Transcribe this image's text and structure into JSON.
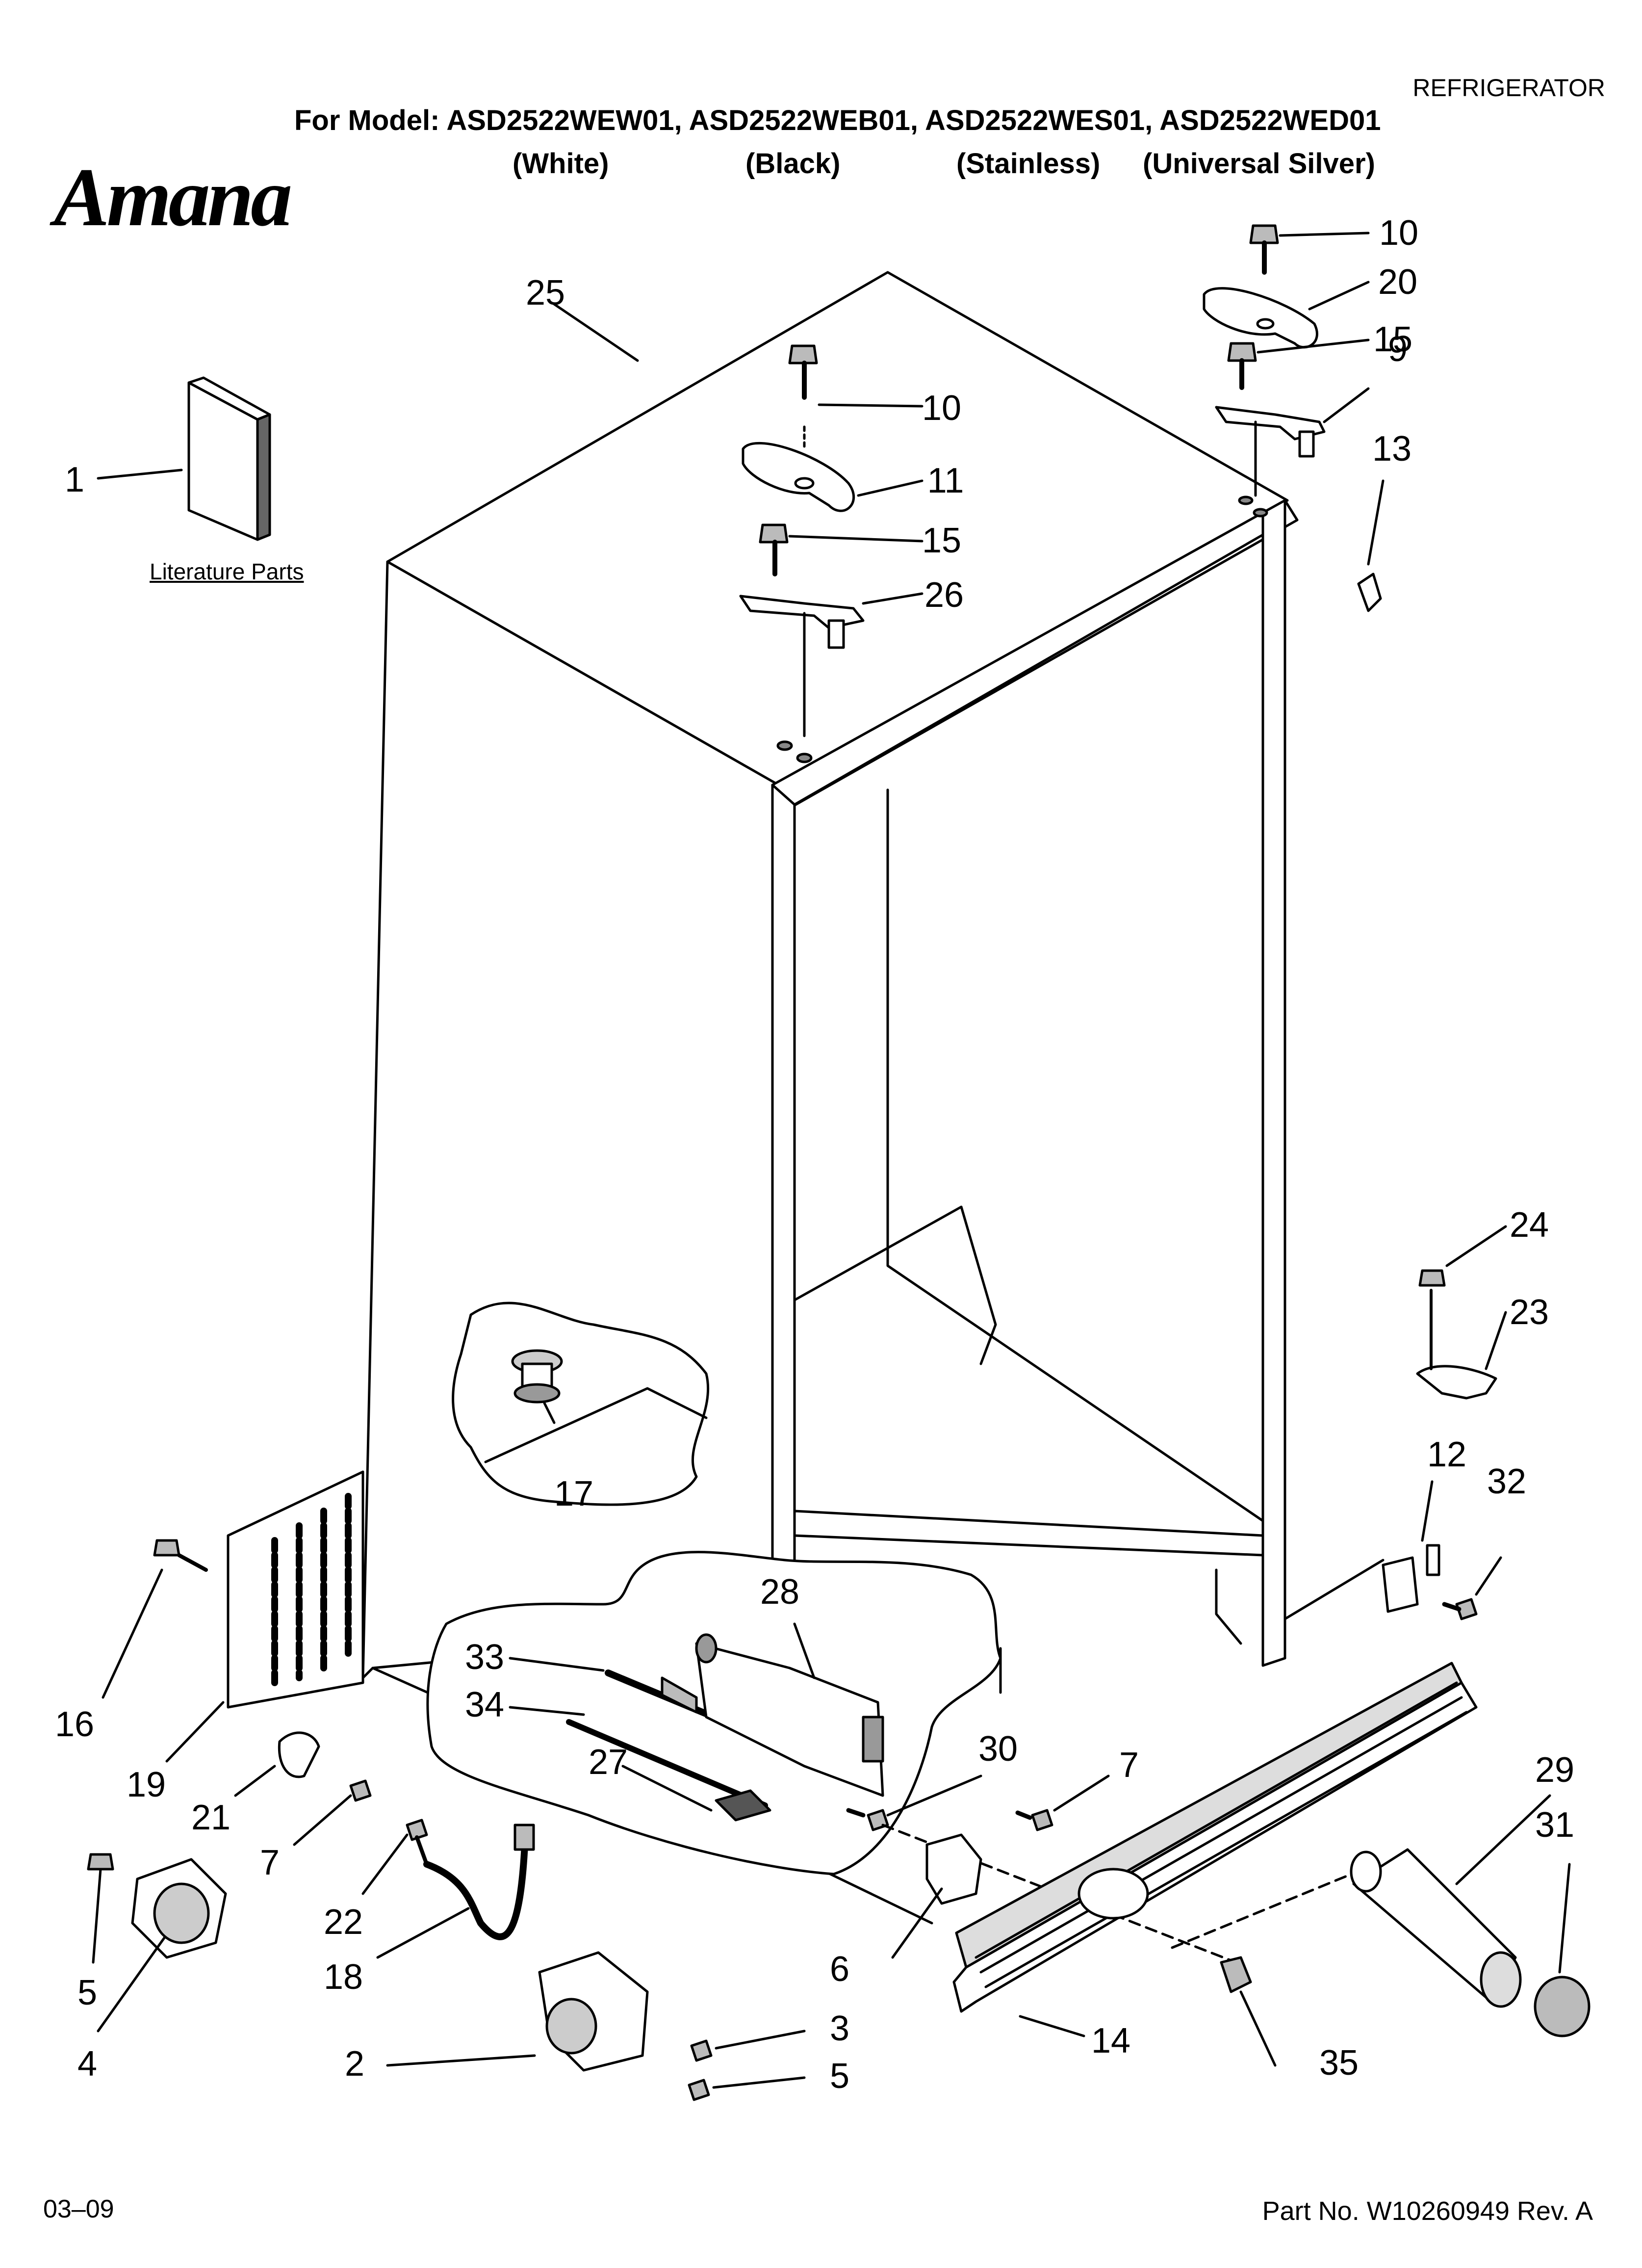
{
  "header": {
    "category": "REFRIGERATOR",
    "model_line": "For Model: ASD2522WEW01, ASD2522WEB01, ASD2522WES01, ASD2522WED01",
    "variants": [
      "(White)",
      "(Black)",
      "(Stainless)",
      "(Universal Silver)"
    ],
    "brand_logo_text": "Amana"
  },
  "diagram": {
    "literature_label": "Literature Parts",
    "callouts": [
      "1",
      "2",
      "3",
      "4",
      "5",
      "5",
      "6",
      "7",
      "7",
      "9",
      "10",
      "10",
      "11",
      "12",
      "13",
      "14",
      "15",
      "15",
      "16",
      "17",
      "18",
      "19",
      "20",
      "21",
      "22",
      "23",
      "24",
      "25",
      "26",
      "27",
      "28",
      "29",
      "30",
      "31",
      "32",
      "33",
      "34",
      "35"
    ]
  },
  "footer": {
    "date_code": "03–09",
    "part_number": "Part No. W10260949 Rev. A"
  },
  "colors": {
    "ink": "#000000",
    "fill_light": "#ffffff",
    "fill_shade": "#d9d9d9",
    "fill_dark": "#9a9a9a"
  }
}
